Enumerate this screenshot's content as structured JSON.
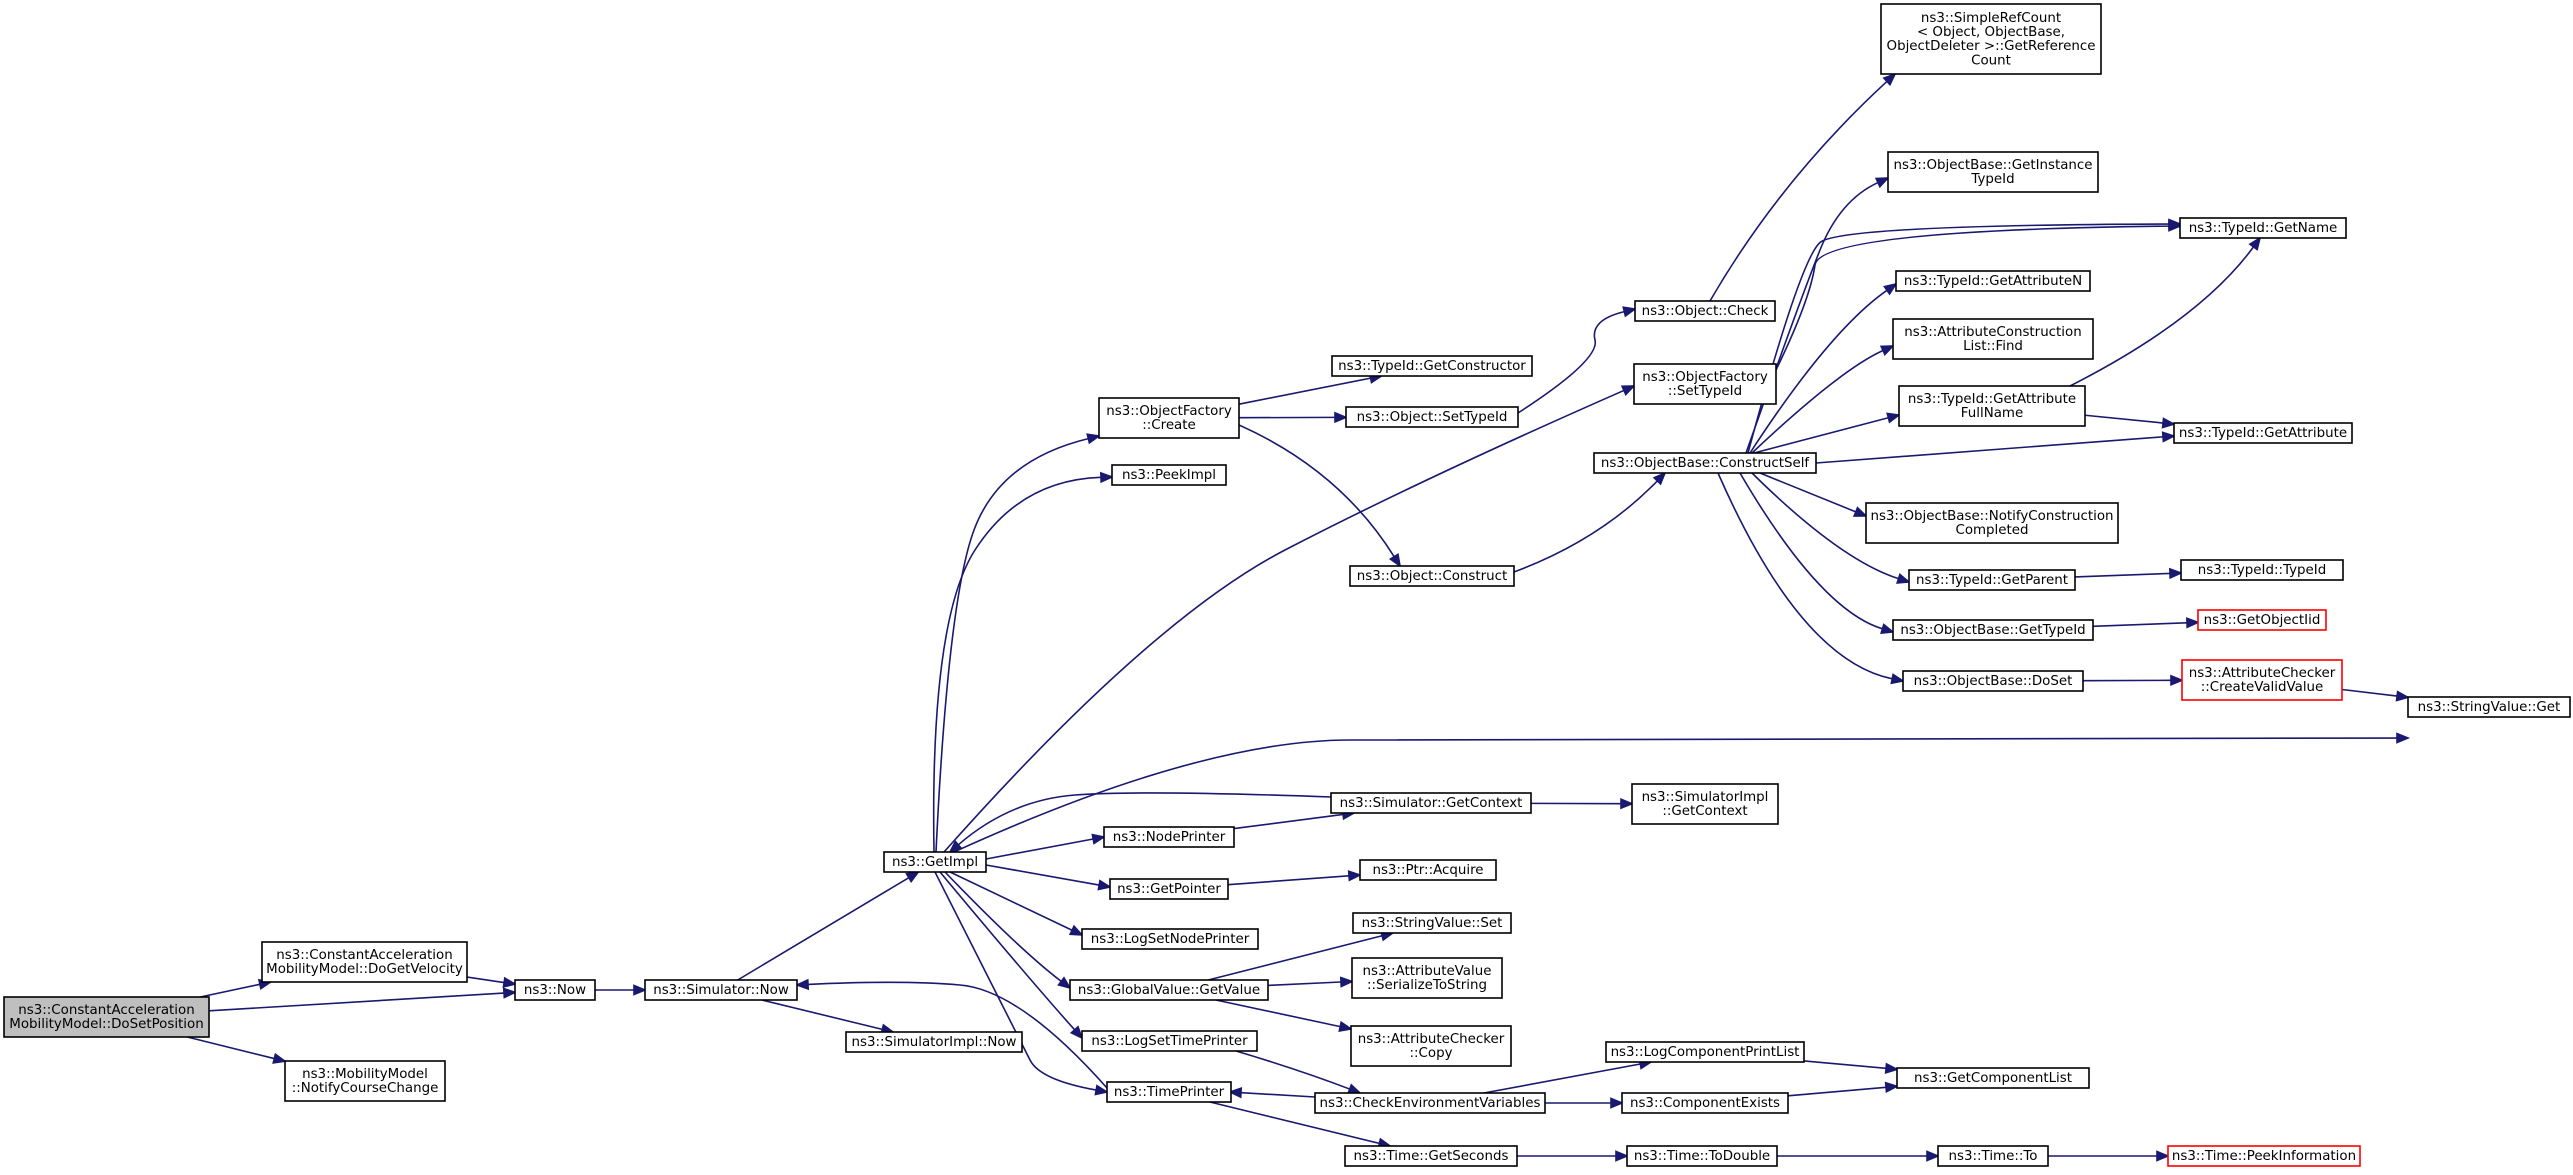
{
  "graph": {
    "nodes": [
      {
        "id": "root",
        "lines": [
          "ns3::ConstantAcceleration",
          "MobilityModel::DoSetPosition"
        ],
        "style": "root"
      },
      {
        "id": "doGetVel",
        "lines": [
          "ns3::ConstantAcceleration",
          "MobilityModel::DoGetVelocity"
        ],
        "style": "normal"
      },
      {
        "id": "notify",
        "lines": [
          "ns3::MobilityModel",
          "::NotifyCourseChange"
        ],
        "style": "normal"
      },
      {
        "id": "now",
        "lines": [
          "ns3::Now"
        ],
        "style": "normal"
      },
      {
        "id": "simNow",
        "lines": [
          "ns3::Simulator::Now"
        ],
        "style": "normal"
      },
      {
        "id": "simImplNow",
        "lines": [
          "ns3::SimulatorImpl::Now"
        ],
        "style": "normal"
      },
      {
        "id": "getImpl",
        "lines": [
          "ns3::GetImpl"
        ],
        "style": "normal"
      },
      {
        "id": "ofCreate",
        "lines": [
          "ns3::ObjectFactory",
          "::Create"
        ],
        "style": "normal"
      },
      {
        "id": "peekImpl",
        "lines": [
          "ns3::PeekImpl"
        ],
        "style": "normal"
      },
      {
        "id": "nodePrinter",
        "lines": [
          "ns3::NodePrinter"
        ],
        "style": "normal"
      },
      {
        "id": "getPointer",
        "lines": [
          "ns3::GetPointer"
        ],
        "style": "normal"
      },
      {
        "id": "logSetNode",
        "lines": [
          "ns3::LogSetNodePrinter"
        ],
        "style": "normal"
      },
      {
        "id": "gvGetValue",
        "lines": [
          "ns3::GlobalValue::GetValue"
        ],
        "style": "normal"
      },
      {
        "id": "logSetTime",
        "lines": [
          "ns3::LogSetTimePrinter"
        ],
        "style": "normal"
      },
      {
        "id": "timePrinter",
        "lines": [
          "ns3::TimePrinter"
        ],
        "style": "normal"
      },
      {
        "id": "getConstructor",
        "lines": [
          "ns3::TypeId::GetConstructor"
        ],
        "style": "normal"
      },
      {
        "id": "objSetTypeId",
        "lines": [
          "ns3::Object::SetTypeId"
        ],
        "style": "normal"
      },
      {
        "id": "objConstruct",
        "lines": [
          "ns3::Object::Construct"
        ],
        "style": "normal"
      },
      {
        "id": "simGetContext",
        "lines": [
          "ns3::Simulator::GetContext"
        ],
        "style": "normal"
      },
      {
        "id": "ptrAcquire",
        "lines": [
          "ns3::Ptr::Acquire"
        ],
        "style": "normal"
      },
      {
        "id": "svSet",
        "lines": [
          "ns3::StringValue::Set"
        ],
        "style": "normal"
      },
      {
        "id": "avSerialize",
        "lines": [
          "ns3::AttributeValue",
          "::SerializeToString"
        ],
        "style": "normal"
      },
      {
        "id": "acCopy",
        "lines": [
          "ns3::AttributeChecker",
          "::Copy"
        ],
        "style": "normal"
      },
      {
        "id": "checkEnv",
        "lines": [
          "ns3::CheckEnvironmentVariables"
        ],
        "style": "normal"
      },
      {
        "id": "timeGetSeconds",
        "lines": [
          "ns3::Time::GetSeconds"
        ],
        "style": "normal"
      },
      {
        "id": "objCheck",
        "lines": [
          "ns3::Object::Check"
        ],
        "style": "normal"
      },
      {
        "id": "ofSetTypeId",
        "lines": [
          "ns3::ObjectFactory",
          "::SetTypeId"
        ],
        "style": "normal"
      },
      {
        "id": "construct",
        "lines": [
          "ns3::ObjectBase::ConstructSelf"
        ],
        "style": "normal"
      },
      {
        "id": "simImplGetContext",
        "lines": [
          "ns3::SimulatorImpl",
          "::GetContext"
        ],
        "style": "normal"
      },
      {
        "id": "logCompPrintList",
        "lines": [
          "ns3::LogComponentPrintList"
        ],
        "style": "normal"
      },
      {
        "id": "compExists",
        "lines": [
          "ns3::ComponentExists"
        ],
        "style": "normal"
      },
      {
        "id": "timeToDouble",
        "lines": [
          "ns3::Time::ToDouble"
        ],
        "style": "normal"
      },
      {
        "id": "simpleRef",
        "lines": [
          "ns3::SimpleRefCount",
          "< Object, ObjectBase,",
          "ObjectDeleter >::GetReference",
          "Count"
        ],
        "style": "normal"
      },
      {
        "id": "obGetInstance",
        "lines": [
          "ns3::ObjectBase::GetInstance",
          "TypeId"
        ],
        "style": "normal"
      },
      {
        "id": "tidGetAttrN",
        "lines": [
          "ns3::TypeId::GetAttributeN"
        ],
        "style": "normal"
      },
      {
        "id": "acListFind",
        "lines": [
          "ns3::AttributeConstruction",
          "List::Find"
        ],
        "style": "normal"
      },
      {
        "id": "tidGetAttrFull",
        "lines": [
          "ns3::TypeId::GetAttribute",
          "FullName"
        ],
        "style": "normal"
      },
      {
        "id": "obNotifyConstr",
        "lines": [
          "ns3::ObjectBase::NotifyConstruction",
          "Completed"
        ],
        "style": "normal"
      },
      {
        "id": "tidGetParent",
        "lines": [
          "ns3::TypeId::GetParent"
        ],
        "style": "normal"
      },
      {
        "id": "obGetTypeId",
        "lines": [
          "ns3::ObjectBase::GetTypeId"
        ],
        "style": "normal"
      },
      {
        "id": "obDoSet",
        "lines": [
          "ns3::ObjectBase::DoSet"
        ],
        "style": "normal"
      },
      {
        "id": "getCompList",
        "lines": [
          "ns3::GetComponentList"
        ],
        "style": "normal"
      },
      {
        "id": "timeTo",
        "lines": [
          "ns3::Time::To"
        ],
        "style": "normal"
      },
      {
        "id": "tidGetName",
        "lines": [
          "ns3::TypeId::GetName"
        ],
        "style": "normal"
      },
      {
        "id": "tidGetAttr",
        "lines": [
          "ns3::TypeId::GetAttribute"
        ],
        "style": "normal"
      },
      {
        "id": "tidTypeId",
        "lines": [
          "ns3::TypeId::TypeId"
        ],
        "style": "normal"
      },
      {
        "id": "getObjectIid",
        "lines": [
          "ns3::GetObjectIid"
        ],
        "style": "ext"
      },
      {
        "id": "acCreateValid",
        "lines": [
          "ns3::AttributeChecker",
          "::CreateValidValue"
        ],
        "style": "ext"
      },
      {
        "id": "svGet",
        "lines": [
          "ns3::StringValue::Get"
        ],
        "style": "normal"
      },
      {
        "id": "timePeekInfo",
        "lines": [
          "ns3::Time::PeekInformation"
        ],
        "style": "ext"
      }
    ],
    "edges": [
      [
        "root",
        "doGetVel"
      ],
      [
        "root",
        "now"
      ],
      [
        "root",
        "notify"
      ],
      [
        "doGetVel",
        "now"
      ],
      [
        "now",
        "simNow"
      ],
      [
        "simNow",
        "getImpl"
      ],
      [
        "simNow",
        "simImplNow"
      ],
      [
        "getImpl",
        "ofCreate"
      ],
      [
        "getImpl",
        "peekImpl"
      ],
      [
        "getImpl",
        "ofSetTypeId"
      ],
      [
        "getImpl",
        "svGet"
      ],
      [
        "getImpl",
        "nodePrinter"
      ],
      [
        "getImpl",
        "getPointer"
      ],
      [
        "getImpl",
        "logSetNode"
      ],
      [
        "getImpl",
        "gvGetValue"
      ],
      [
        "getImpl",
        "logSetTime"
      ],
      [
        "getImpl",
        "timePrinter"
      ],
      [
        "simGetContext",
        "getImpl"
      ],
      [
        "simGetContext",
        "simImplGetContext"
      ],
      [
        "nodePrinter",
        "simGetContext"
      ],
      [
        "getPointer",
        "ptrAcquire"
      ],
      [
        "gvGetValue",
        "svSet"
      ],
      [
        "gvGetValue",
        "avSerialize"
      ],
      [
        "gvGetValue",
        "acCopy"
      ],
      [
        "logSetTime",
        "checkEnv"
      ],
      [
        "timePrinter",
        "simNow"
      ],
      [
        "timePrinter",
        "timeGetSeconds"
      ],
      [
        "ofCreate",
        "getConstructor"
      ],
      [
        "ofCreate",
        "objSetTypeId"
      ],
      [
        "ofCreate",
        "objConstruct"
      ],
      [
        "objSetTypeId",
        "objCheck"
      ],
      [
        "objCheck",
        "simpleRef"
      ],
      [
        "ofSetTypeId",
        "tidGetName"
      ],
      [
        "objConstruct",
        "construct"
      ],
      [
        "construct",
        "obGetInstance"
      ],
      [
        "construct",
        "tidGetName"
      ],
      [
        "construct",
        "tidGetAttrN"
      ],
      [
        "construct",
        "acListFind"
      ],
      [
        "construct",
        "tidGetAttrFull"
      ],
      [
        "construct",
        "tidGetAttr"
      ],
      [
        "construct",
        "obNotifyConstr"
      ],
      [
        "construct",
        "tidGetParent"
      ],
      [
        "construct",
        "obGetTypeId"
      ],
      [
        "construct",
        "obDoSet"
      ],
      [
        "tidGetAttrFull",
        "tidGetName"
      ],
      [
        "tidGetAttrFull",
        "tidGetAttr"
      ],
      [
        "tidGetParent",
        "tidTypeId"
      ],
      [
        "obGetTypeId",
        "getObjectIid"
      ],
      [
        "obDoSet",
        "acCreateValid"
      ],
      [
        "acCreateValid",
        "svGet"
      ],
      [
        "checkEnv",
        "logCompPrintList"
      ],
      [
        "checkEnv",
        "compExists"
      ],
      [
        "checkEnv",
        "timePrinter"
      ],
      [
        "logCompPrintList",
        "getCompList"
      ],
      [
        "compExists",
        "getCompList"
      ],
      [
        "timeGetSeconds",
        "timeToDouble"
      ],
      [
        "timeToDouble",
        "timeTo"
      ],
      [
        "timeTo",
        "timePeekInfo"
      ]
    ]
  }
}
